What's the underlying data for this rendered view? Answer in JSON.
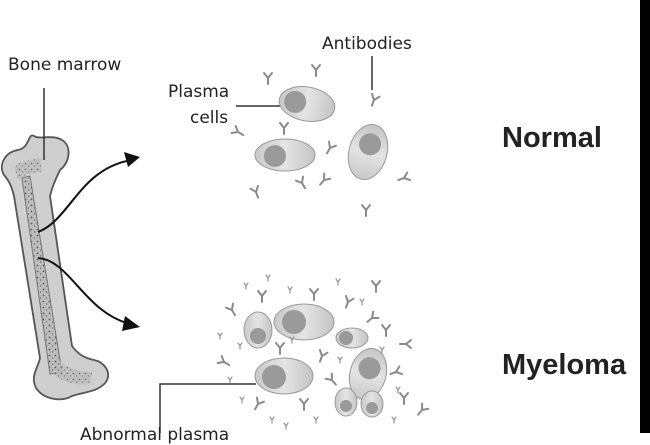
{
  "labels": {
    "bone_marrow": "Bone marrow",
    "antibodies": "Antibodies",
    "plasma_line1": "Plasma",
    "plasma_line2": "cells",
    "normal": "Normal",
    "myeloma": "Myeloma",
    "abnormal_partial": "Abnormal plasma"
  },
  "colors": {
    "cell_body": "#cfcfcf",
    "cell_stripe": "#e6e6e6",
    "nucleus": "#9a9a9a",
    "bone_fill": "#c8c8c8",
    "marrow_fill": "#6e6e6e",
    "text": "#222222"
  }
}
